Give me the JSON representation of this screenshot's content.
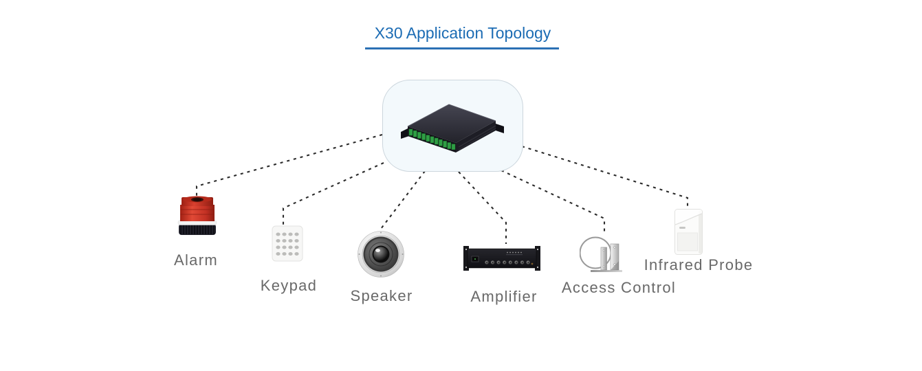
{
  "title": {
    "text": "X30 Application Topology"
  },
  "hub": {
    "name": "X30 host controller",
    "icon": "controller-device-icon"
  },
  "devices": [
    {
      "id": "alarm",
      "label": "Alarm",
      "icon": "alarm-siren-icon"
    },
    {
      "id": "keypad",
      "label": "Keypad",
      "icon": "keypad-icon"
    },
    {
      "id": "speaker",
      "label": "Speaker",
      "icon": "speaker-icon"
    },
    {
      "id": "amplifier",
      "label": "Amplifier",
      "icon": "amplifier-icon"
    },
    {
      "id": "access-control",
      "label": "Access Control",
      "icon": "door-contact-icon"
    },
    {
      "id": "infrared-probe",
      "label": "Infrared Probe",
      "icon": "pir-sensor-icon"
    }
  ],
  "colors": {
    "title_blue": "#1c6cb4",
    "underline_blue": "#2b70b4",
    "label_gray": "#696969",
    "connector_black": "#2b2b2b",
    "hub_fill": "#f3f9fc",
    "hub_border": "#ccd6dd",
    "alarm_red": "#c23124",
    "terminal_green": "#2f9e44"
  }
}
